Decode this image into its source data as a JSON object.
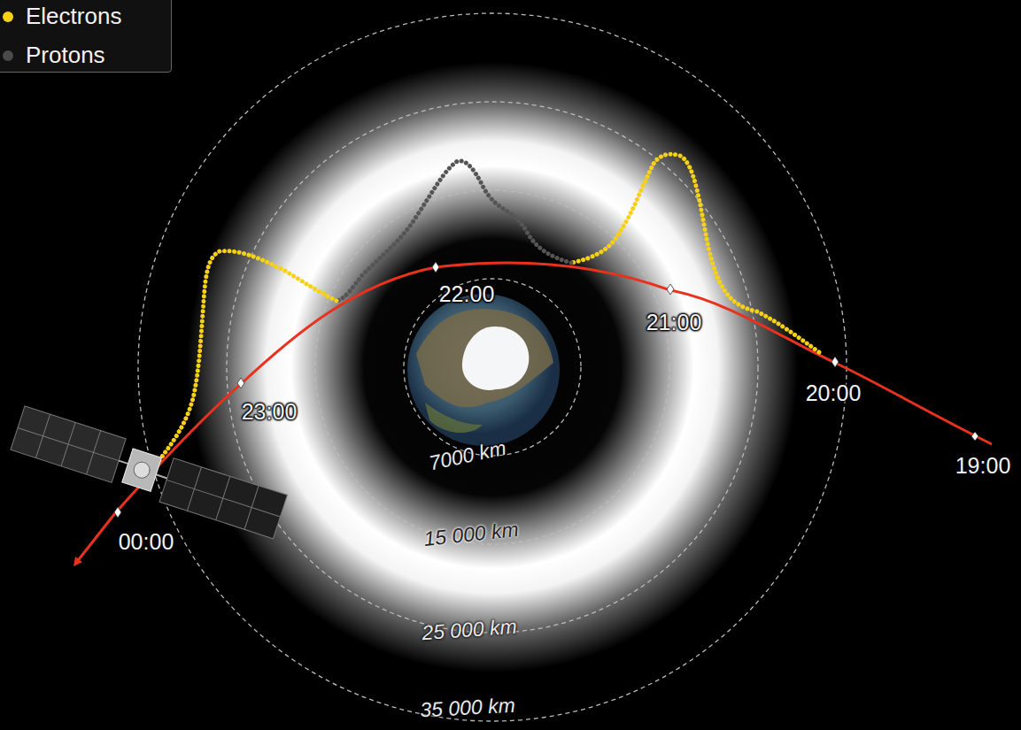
{
  "diagram": {
    "labels": [
      "22:00",
      "21:00",
      "20:00",
      "19:00",
      "23:00",
      "00:00",
      "7000 km",
      "15 000 km",
      "25 000 km",
      "35 000 km"
    ],
    "legend": [
      {
        "text": "Electrons",
        "color": "#f7d117"
      },
      {
        "text": "Protons",
        "color": "#4a4a4a"
      }
    ]
  }
}
